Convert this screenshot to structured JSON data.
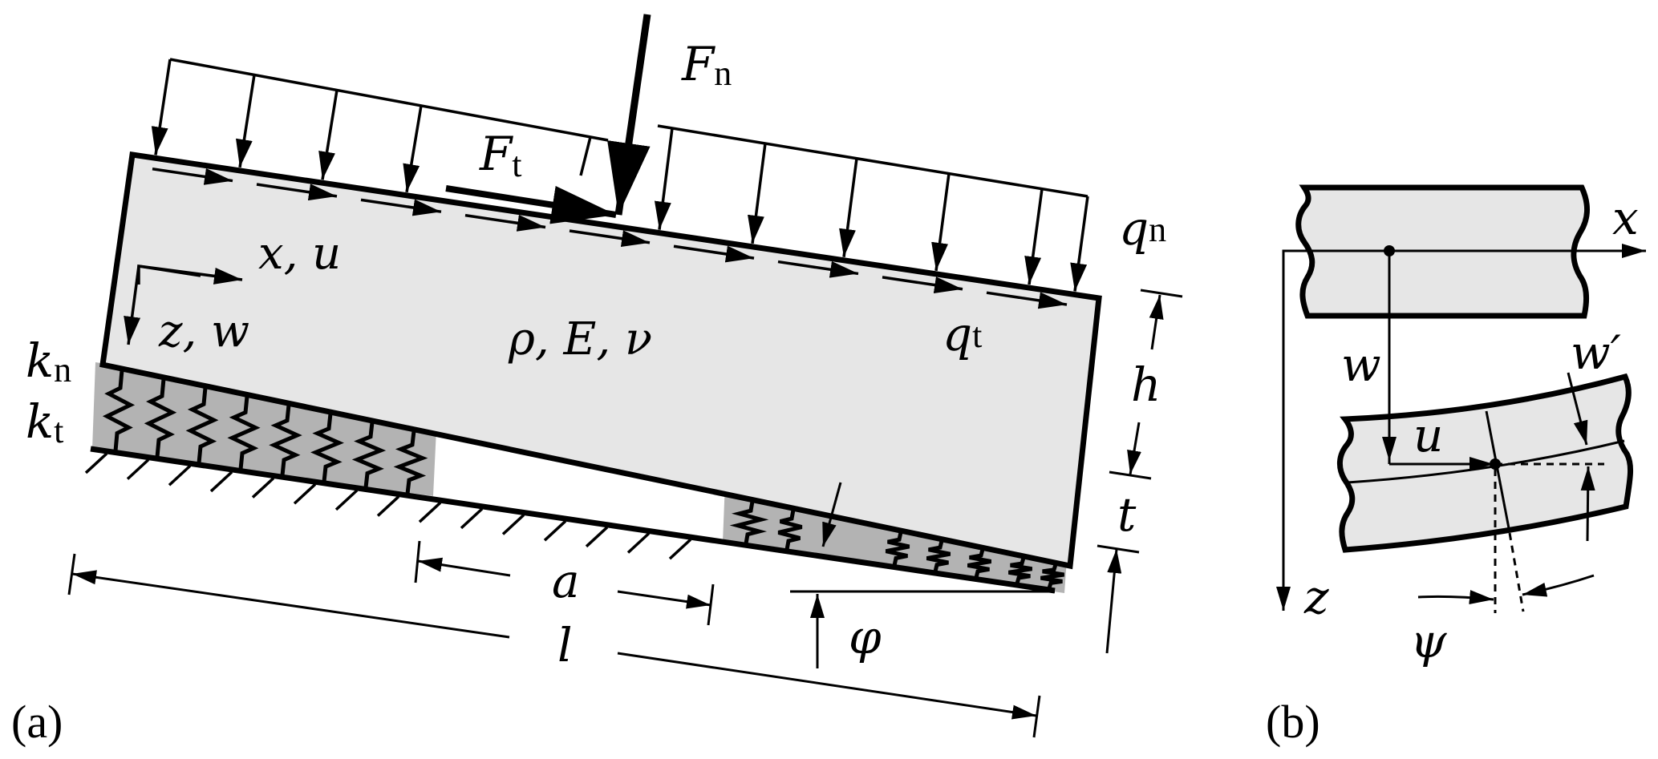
{
  "figure": {
    "panel_a": {
      "label": "(a)",
      "forces": {
        "normal_force": {
          "symbol": "F",
          "subscript": "n"
        },
        "tangential_force": {
          "symbol": "F",
          "subscript": "t"
        },
        "normal_distributed_load": {
          "symbol": "q",
          "subscript": "n"
        },
        "tangential_distributed_load": {
          "symbol": "q",
          "subscript": "t"
        }
      },
      "coordinates": {
        "axial": "x, u",
        "transverse": "z, w"
      },
      "material": "ρ, E, ν",
      "foundation": {
        "normal_stiffness": {
          "symbol": "k",
          "subscript": "n"
        },
        "tangential_stiffness": {
          "symbol": "k",
          "subscript": "t"
        }
      },
      "dimensions": {
        "gap_length": "a",
        "beam_length": "l",
        "beam_height": "h",
        "layer_thickness": "t",
        "inclination_angle": "φ"
      }
    },
    "panel_b": {
      "label": "(b)",
      "axes": {
        "x": "x",
        "z": "z"
      },
      "displacements": {
        "deflection": "w",
        "axial": "u",
        "slope": "w′",
        "rotation": "ψ"
      }
    }
  },
  "colors": {
    "beam_fill": "#e6e6e6",
    "foundation_fill": "#b3b3b3",
    "stroke": "#000000",
    "background": "#ffffff"
  }
}
